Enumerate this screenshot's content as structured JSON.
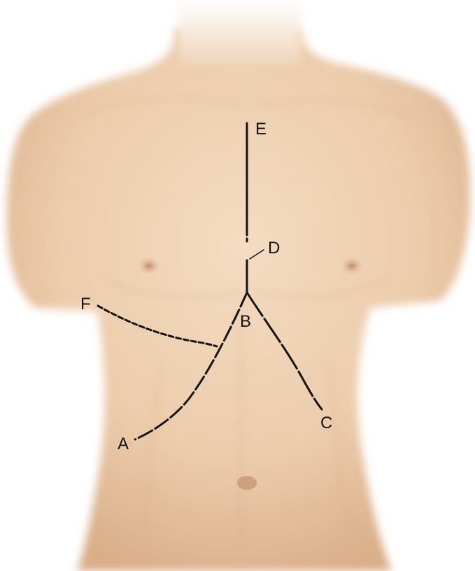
{
  "colors": {
    "background": "#ffffff",
    "skin_light": "#f2d5b8",
    "skin_mid": "#e5bf9c",
    "skin_shadow": "#c99a76",
    "line": "#141414"
  },
  "labels": {
    "a": "A",
    "b": "B",
    "c": "C",
    "d": "D",
    "e": "E",
    "f": "F"
  }
}
